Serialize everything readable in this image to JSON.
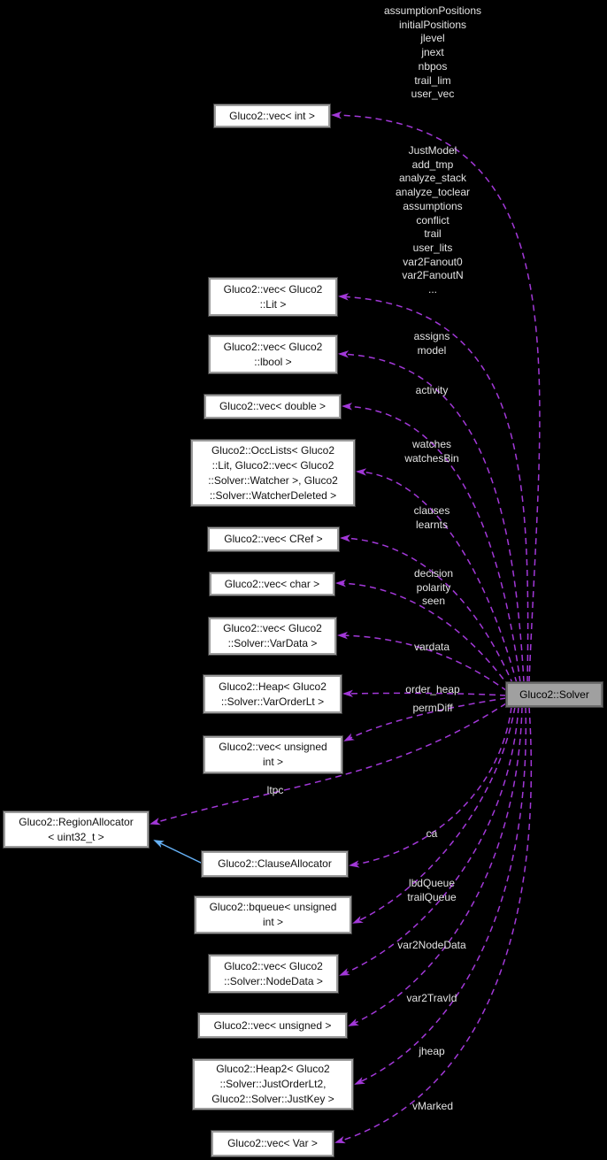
{
  "diagram": {
    "kind": "collaboration-graph",
    "focus_class": "Gluco2::Solver"
  },
  "colors": {
    "background": "#000000",
    "usage_edge": "#a238d8",
    "inheritance_edge": "#66b2f7",
    "node_fill": "#ffffff",
    "node_border": "#9c9c9c",
    "focus_node_fill": "#a0a0a0",
    "label_text": "#e3e3e3"
  },
  "nodes": [
    {
      "label": "Gluco2::vec< int >"
    },
    {
      "label": "Gluco2::vec< Gluco2\n::Lit >"
    },
    {
      "label": "Gluco2::vec< Gluco2\n::lbool >"
    },
    {
      "label": "Gluco2::vec< double >"
    },
    {
      "label": "Gluco2::OccLists< Gluco2\n::Lit, Gluco2::vec< Gluco2\n::Solver::Watcher >, Gluco2\n::Solver::WatcherDeleted >"
    },
    {
      "label": "Gluco2::vec< CRef >"
    },
    {
      "label": "Gluco2::vec< char >"
    },
    {
      "label": "Gluco2::vec< Gluco2\n::Solver::VarData >"
    },
    {
      "label": "Gluco2::Heap< Gluco2\n::Solver::VarOrderLt >"
    },
    {
      "label": "Gluco2::vec< unsigned\nint >"
    },
    {
      "label": "Gluco2::RegionAllocator\n< uint32_t >"
    },
    {
      "label": "Gluco2::ClauseAllocator"
    },
    {
      "label": "Gluco2::bqueue< unsigned\nint >"
    },
    {
      "label": "Gluco2::vec< Gluco2\n::Solver::NodeData >"
    },
    {
      "label": "Gluco2::vec< unsigned >"
    },
    {
      "label": "Gluco2::Heap2< Gluco2\n::Solver::JustOrderLt2,\nGluco2::Solver::JustKey >"
    },
    {
      "label": "Gluco2::vec< Var >"
    },
    {
      "label": "Gluco2::Solver"
    }
  ],
  "edge_labels": [
    {
      "text": "assumptionPositions\ninitialPositions\njlevel\njnext\nnbpos\ntrail_lim\nuser_vec"
    },
    {
      "text": "JustModel\nadd_tmp\nanalyze_stack\nanalyze_toclear\nassumptions\nconflict\ntrail\nuser_lits\nvar2Fanout0\nvar2FanoutN\n..."
    },
    {
      "text": "assigns\nmodel"
    },
    {
      "text": "activity"
    },
    {
      "text": "watches\nwatchesBin"
    },
    {
      "text": "clauses\nlearnts"
    },
    {
      "text": "decision\npolarity\nseen"
    },
    {
      "text": "vardata"
    },
    {
      "text": "order_heap"
    },
    {
      "text": "permDiff"
    },
    {
      "text": "ltpc"
    },
    {
      "text": "ca"
    },
    {
      "text": "lbdQueue\ntrailQueue"
    },
    {
      "text": "var2NodeData"
    },
    {
      "text": "var2TravId"
    },
    {
      "text": "jheap"
    },
    {
      "text": "vMarked"
    }
  ]
}
